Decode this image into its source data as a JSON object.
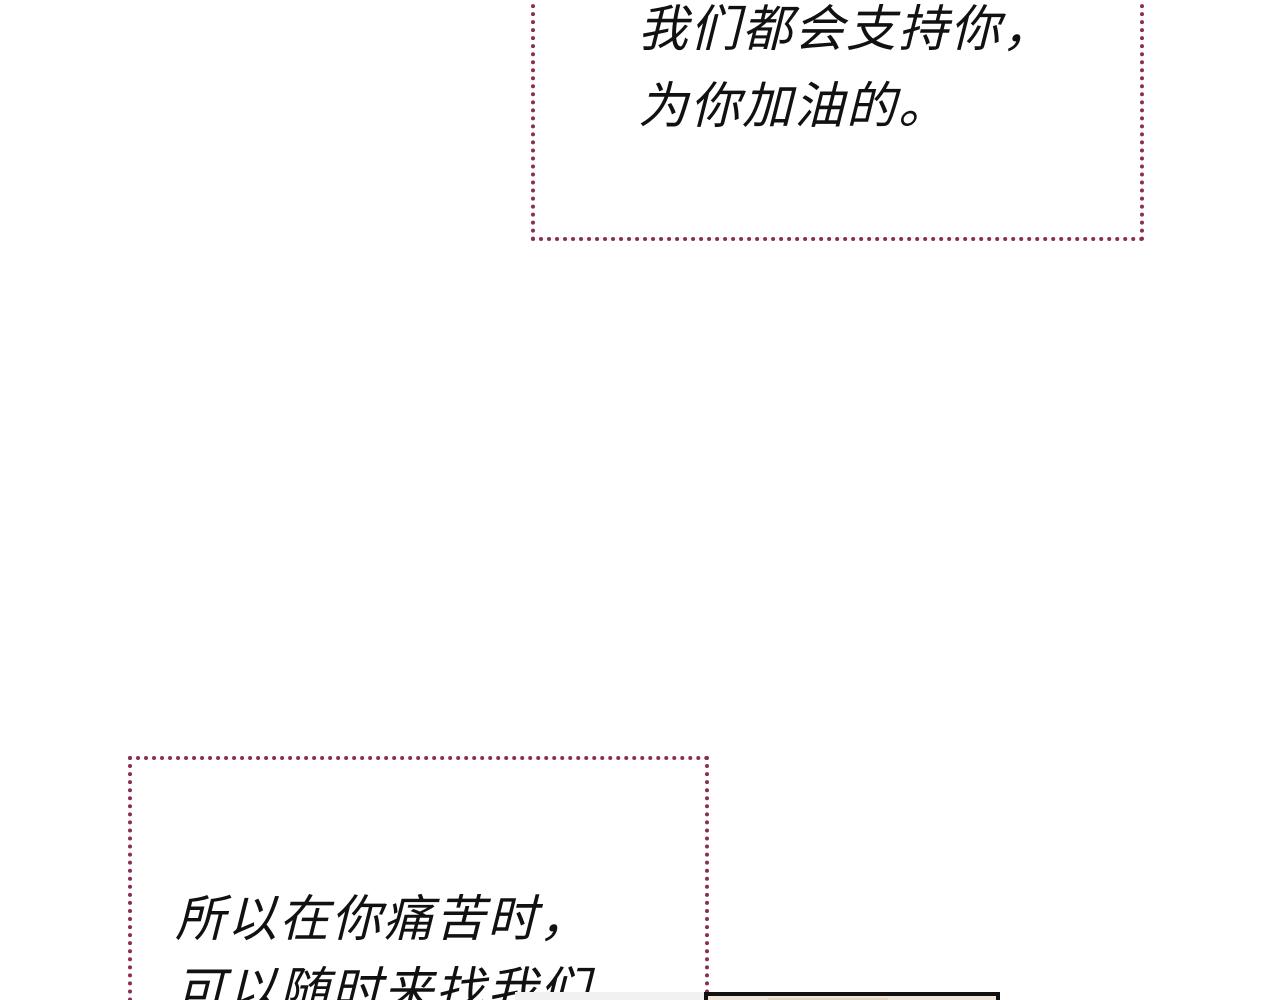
{
  "captions": {
    "top": {
      "lines": [
        "我们都会支持你，",
        "为你加油的。"
      ]
    },
    "bottom": {
      "lines": [
        "所以在你痛苦时，",
        "可以随时来找我们"
      ]
    }
  },
  "colors": {
    "border": "#8a2e55",
    "text": "#111111",
    "background": "#ffffff",
    "next_panel": "#efe6d8"
  }
}
